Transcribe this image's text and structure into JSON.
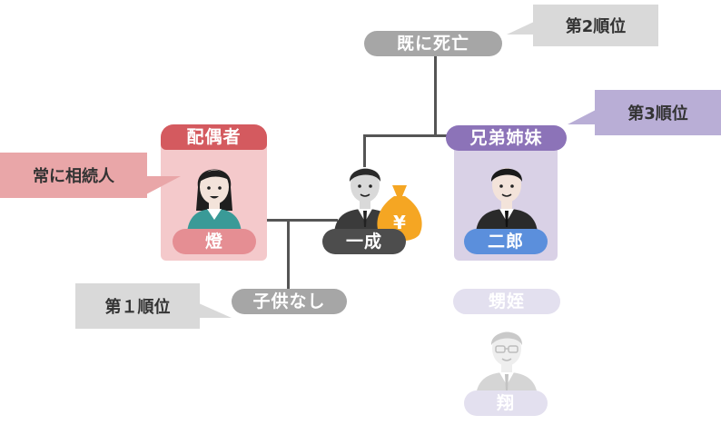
{
  "colors": {
    "spouse_accent": "#d45a5f",
    "spouse_box": "#f4c9cb",
    "spouse_name_pill": "#e58e93",
    "sibling_accent": "#8c73b8",
    "sibling_box": "#d9d1e6",
    "sibling_name_pill": "#5b8fdc",
    "gray_pill": "#a6a6a6",
    "dark_pill": "#4d4d4d",
    "callout_gray": "#d9d9d9",
    "callout_pink": "#e9a6a8",
    "callout_purple": "#b9aed6",
    "faded_pill": "#e3e0ef",
    "money_bag": "#f5a623"
  },
  "labels": {
    "parents": "既に死亡",
    "spouse_role": "配偶者",
    "spouse_name": "燈",
    "deceased": "一成",
    "siblings_role": "兄弟姉妹",
    "sibling_name": "二郎",
    "children": "子供なし",
    "nephew_role": "甥姪",
    "nephew_name": "翔",
    "yen_symbol": "¥"
  },
  "callouts": {
    "rank2": "第2順位",
    "rank3": "第3順位",
    "rank1": "第１順位",
    "always_heir": "常に相続人"
  },
  "icons": {
    "spouse": "woman-avatar-icon",
    "deceased": "man-avatar-icon",
    "sibling": "man-avatar-icon",
    "nephew": "man-glasses-avatar-icon",
    "estate": "money-bag-icon"
  }
}
